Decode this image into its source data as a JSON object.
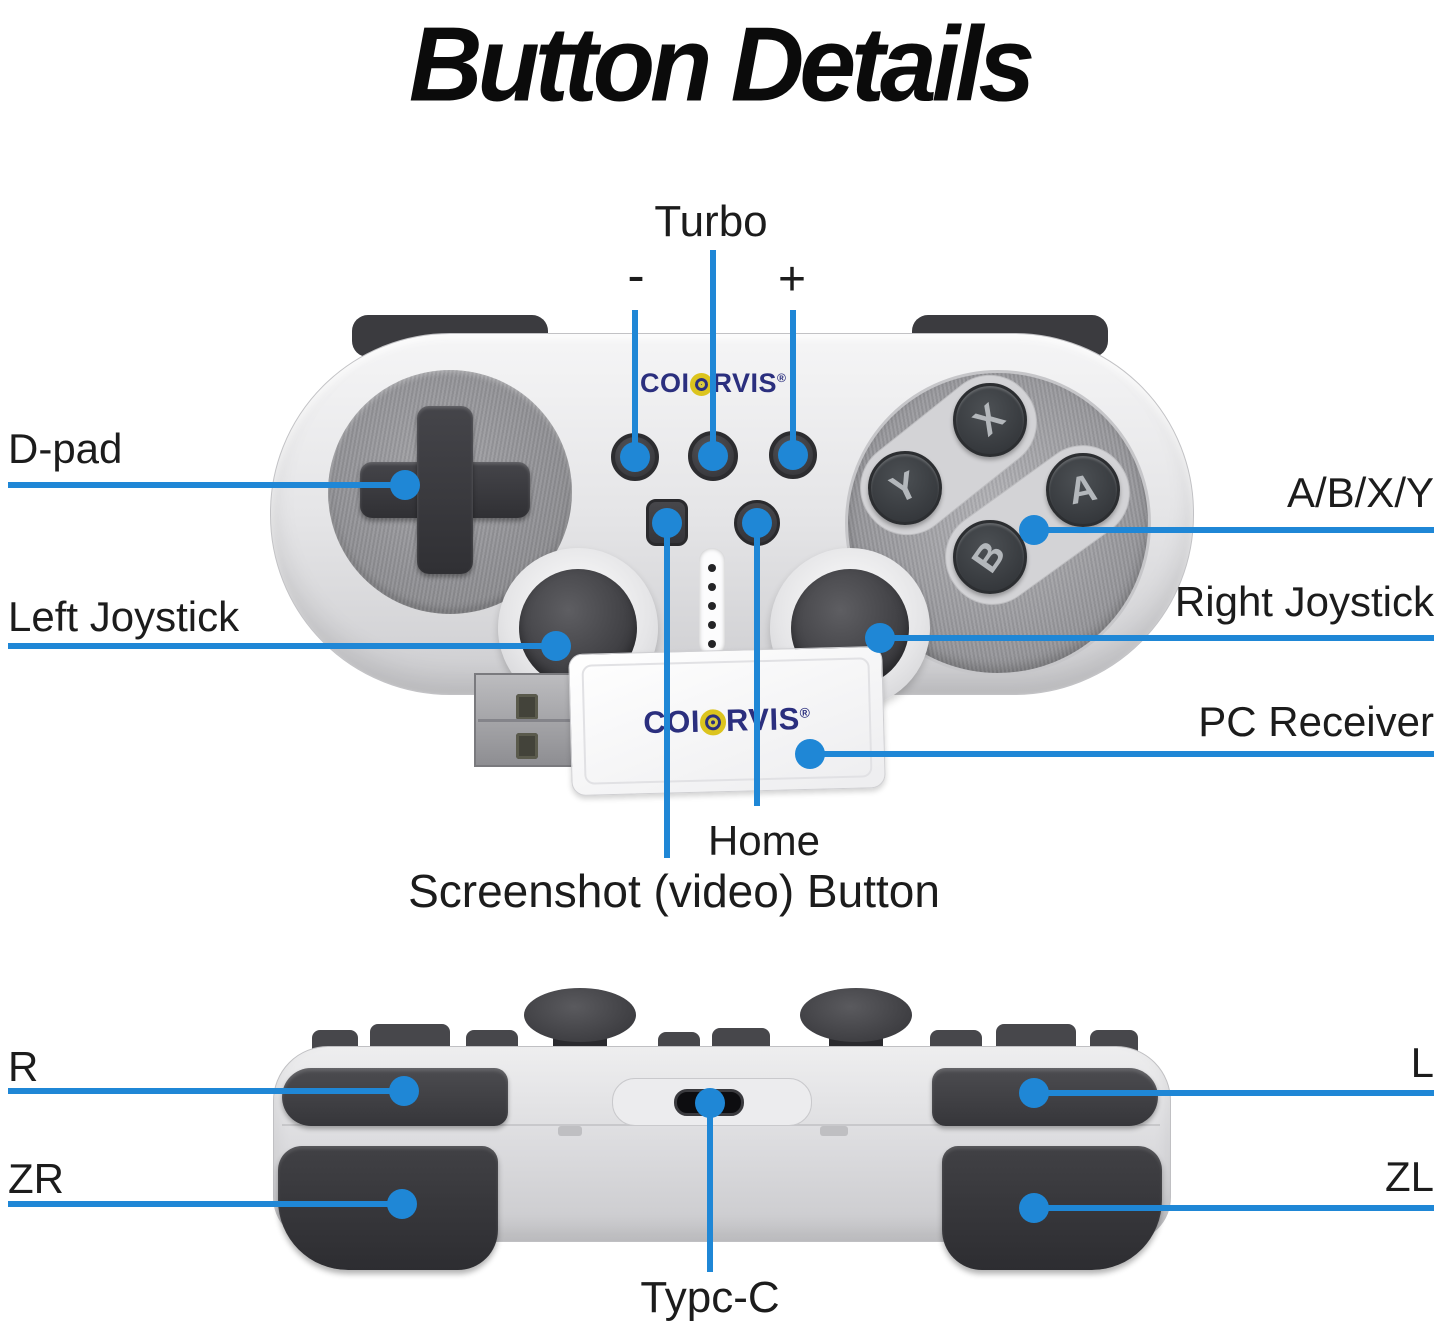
{
  "title": "Button Details",
  "colors": {
    "callout_blue": "#1f87d6",
    "logo_navy": "#2b2f7e",
    "logo_yellow": "#dcc41e",
    "label_ink": "#1c1c1c"
  },
  "logo": {
    "prefix": "COI",
    "suffix": "RVIS",
    "reg": "®"
  },
  "front_view": {
    "labels": {
      "turbo": "Turbo",
      "minus": "-",
      "plus": "+",
      "dpad": "D-pad",
      "left_joystick": "Left Joystick",
      "right_joystick": "Right Joystick",
      "abxy": "A/B/X/Y",
      "pc_receiver": "PC Receiver",
      "home": "Home",
      "screenshot": "Screenshot (video) Button"
    },
    "buttons": {
      "x": "X",
      "y": "Y",
      "a": "A",
      "b": "B"
    },
    "led_dot_count": 5
  },
  "back_view": {
    "labels": {
      "r": "R",
      "zr": "ZR",
      "l": "L",
      "zl": "ZL",
      "typec": "Typc-C"
    }
  }
}
